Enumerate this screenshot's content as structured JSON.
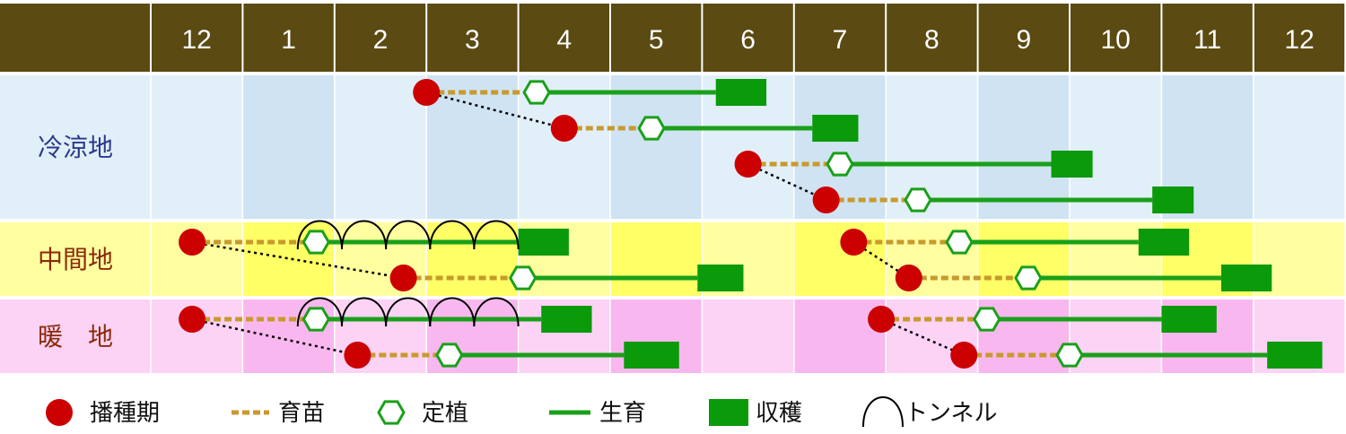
{
  "chart_data": {
    "type": "gantt",
    "months": [
      "12",
      "1",
      "2",
      "3",
      "4",
      "5",
      "6",
      "7",
      "8",
      "9",
      "10",
      "11",
      "12"
    ],
    "colors": {
      "header": "#5b4a12",
      "sowing": "#cc0000",
      "nursery": "#c89a2e",
      "growth": "#1aa01a",
      "harvest": "#0a9a0a",
      "tunnel": "#000000"
    },
    "regions": [
      {
        "label": "冷涼地",
        "label_color": "#2b3a8c",
        "band_colors": [
          "#e1eff9",
          "#cfe3f2"
        ],
        "rows": 4,
        "schedules": [
          {
            "row": 0,
            "sow": 3.0,
            "plant": 4.2,
            "harvest_start": 6.15,
            "harvest_end": 6.7
          },
          {
            "row": 1,
            "sow": 4.5,
            "plant": 5.45,
            "harvest_start": 7.2,
            "harvest_end": 7.7
          },
          {
            "row": 2,
            "sow": 6.5,
            "plant": 7.5,
            "harvest_start": 9.8,
            "harvest_end": 10.25
          },
          {
            "row": 3,
            "sow": 7.35,
            "plant": 8.35,
            "harvest_start": 10.9,
            "harvest_end": 11.35
          }
        ],
        "links": [
          [
            0,
            1
          ],
          [
            2,
            3
          ]
        ]
      },
      {
        "label": "中間地",
        "label_color": "#8b2a0a",
        "band_colors": [
          "#ffffa0",
          "#ffff66"
        ],
        "rows": 2,
        "schedules": [
          {
            "row": 0,
            "sow": 0.45,
            "plant": 1.8,
            "harvest_start": 4.0,
            "harvest_end": 4.55
          },
          {
            "row": 1,
            "sow": 2.75,
            "plant": 4.05,
            "harvest_start": 5.95,
            "harvest_end": 6.45
          },
          {
            "row": 0,
            "sow": 7.65,
            "plant": 8.8,
            "harvest_start": 10.75,
            "harvest_end": 11.3
          },
          {
            "row": 1,
            "sow": 8.25,
            "plant": 9.55,
            "harvest_start": 11.65,
            "harvest_end": 12.2
          }
        ],
        "tunnel": {
          "row": 0,
          "start": 1.6,
          "end": 4.0,
          "arches": 5
        },
        "links": [
          [
            0,
            1
          ],
          [
            2,
            3
          ]
        ]
      },
      {
        "label": "暖　地",
        "label_color": "#8b2a0a",
        "band_colors": [
          "#fcd3f5",
          "#f8b8ef"
        ],
        "rows": 2,
        "schedules": [
          {
            "row": 0,
            "sow": 0.45,
            "plant": 1.8,
            "harvest_start": 4.25,
            "harvest_end": 4.8
          },
          {
            "row": 1,
            "sow": 2.25,
            "plant": 3.25,
            "harvest_start": 5.15,
            "harvest_end": 5.75
          },
          {
            "row": 0,
            "sow": 7.95,
            "plant": 9.1,
            "harvest_start": 11.0,
            "harvest_end": 11.6
          },
          {
            "row": 1,
            "sow": 8.85,
            "plant": 10.0,
            "harvest_start": 12.15,
            "harvest_end": 12.75
          }
        ],
        "tunnel": {
          "row": 0,
          "start": 1.6,
          "end": 4.0,
          "arches": 5
        },
        "links": [
          [
            0,
            1
          ],
          [
            2,
            3
          ]
        ]
      }
    ],
    "legend": [
      {
        "key": "sowing",
        "label": "播種期"
      },
      {
        "key": "nursery",
        "label": "育苗"
      },
      {
        "key": "planting",
        "label": "定植"
      },
      {
        "key": "growth",
        "label": "生育"
      },
      {
        "key": "harvest",
        "label": "収穫"
      },
      {
        "key": "tunnel",
        "label": "トンネル"
      }
    ]
  }
}
